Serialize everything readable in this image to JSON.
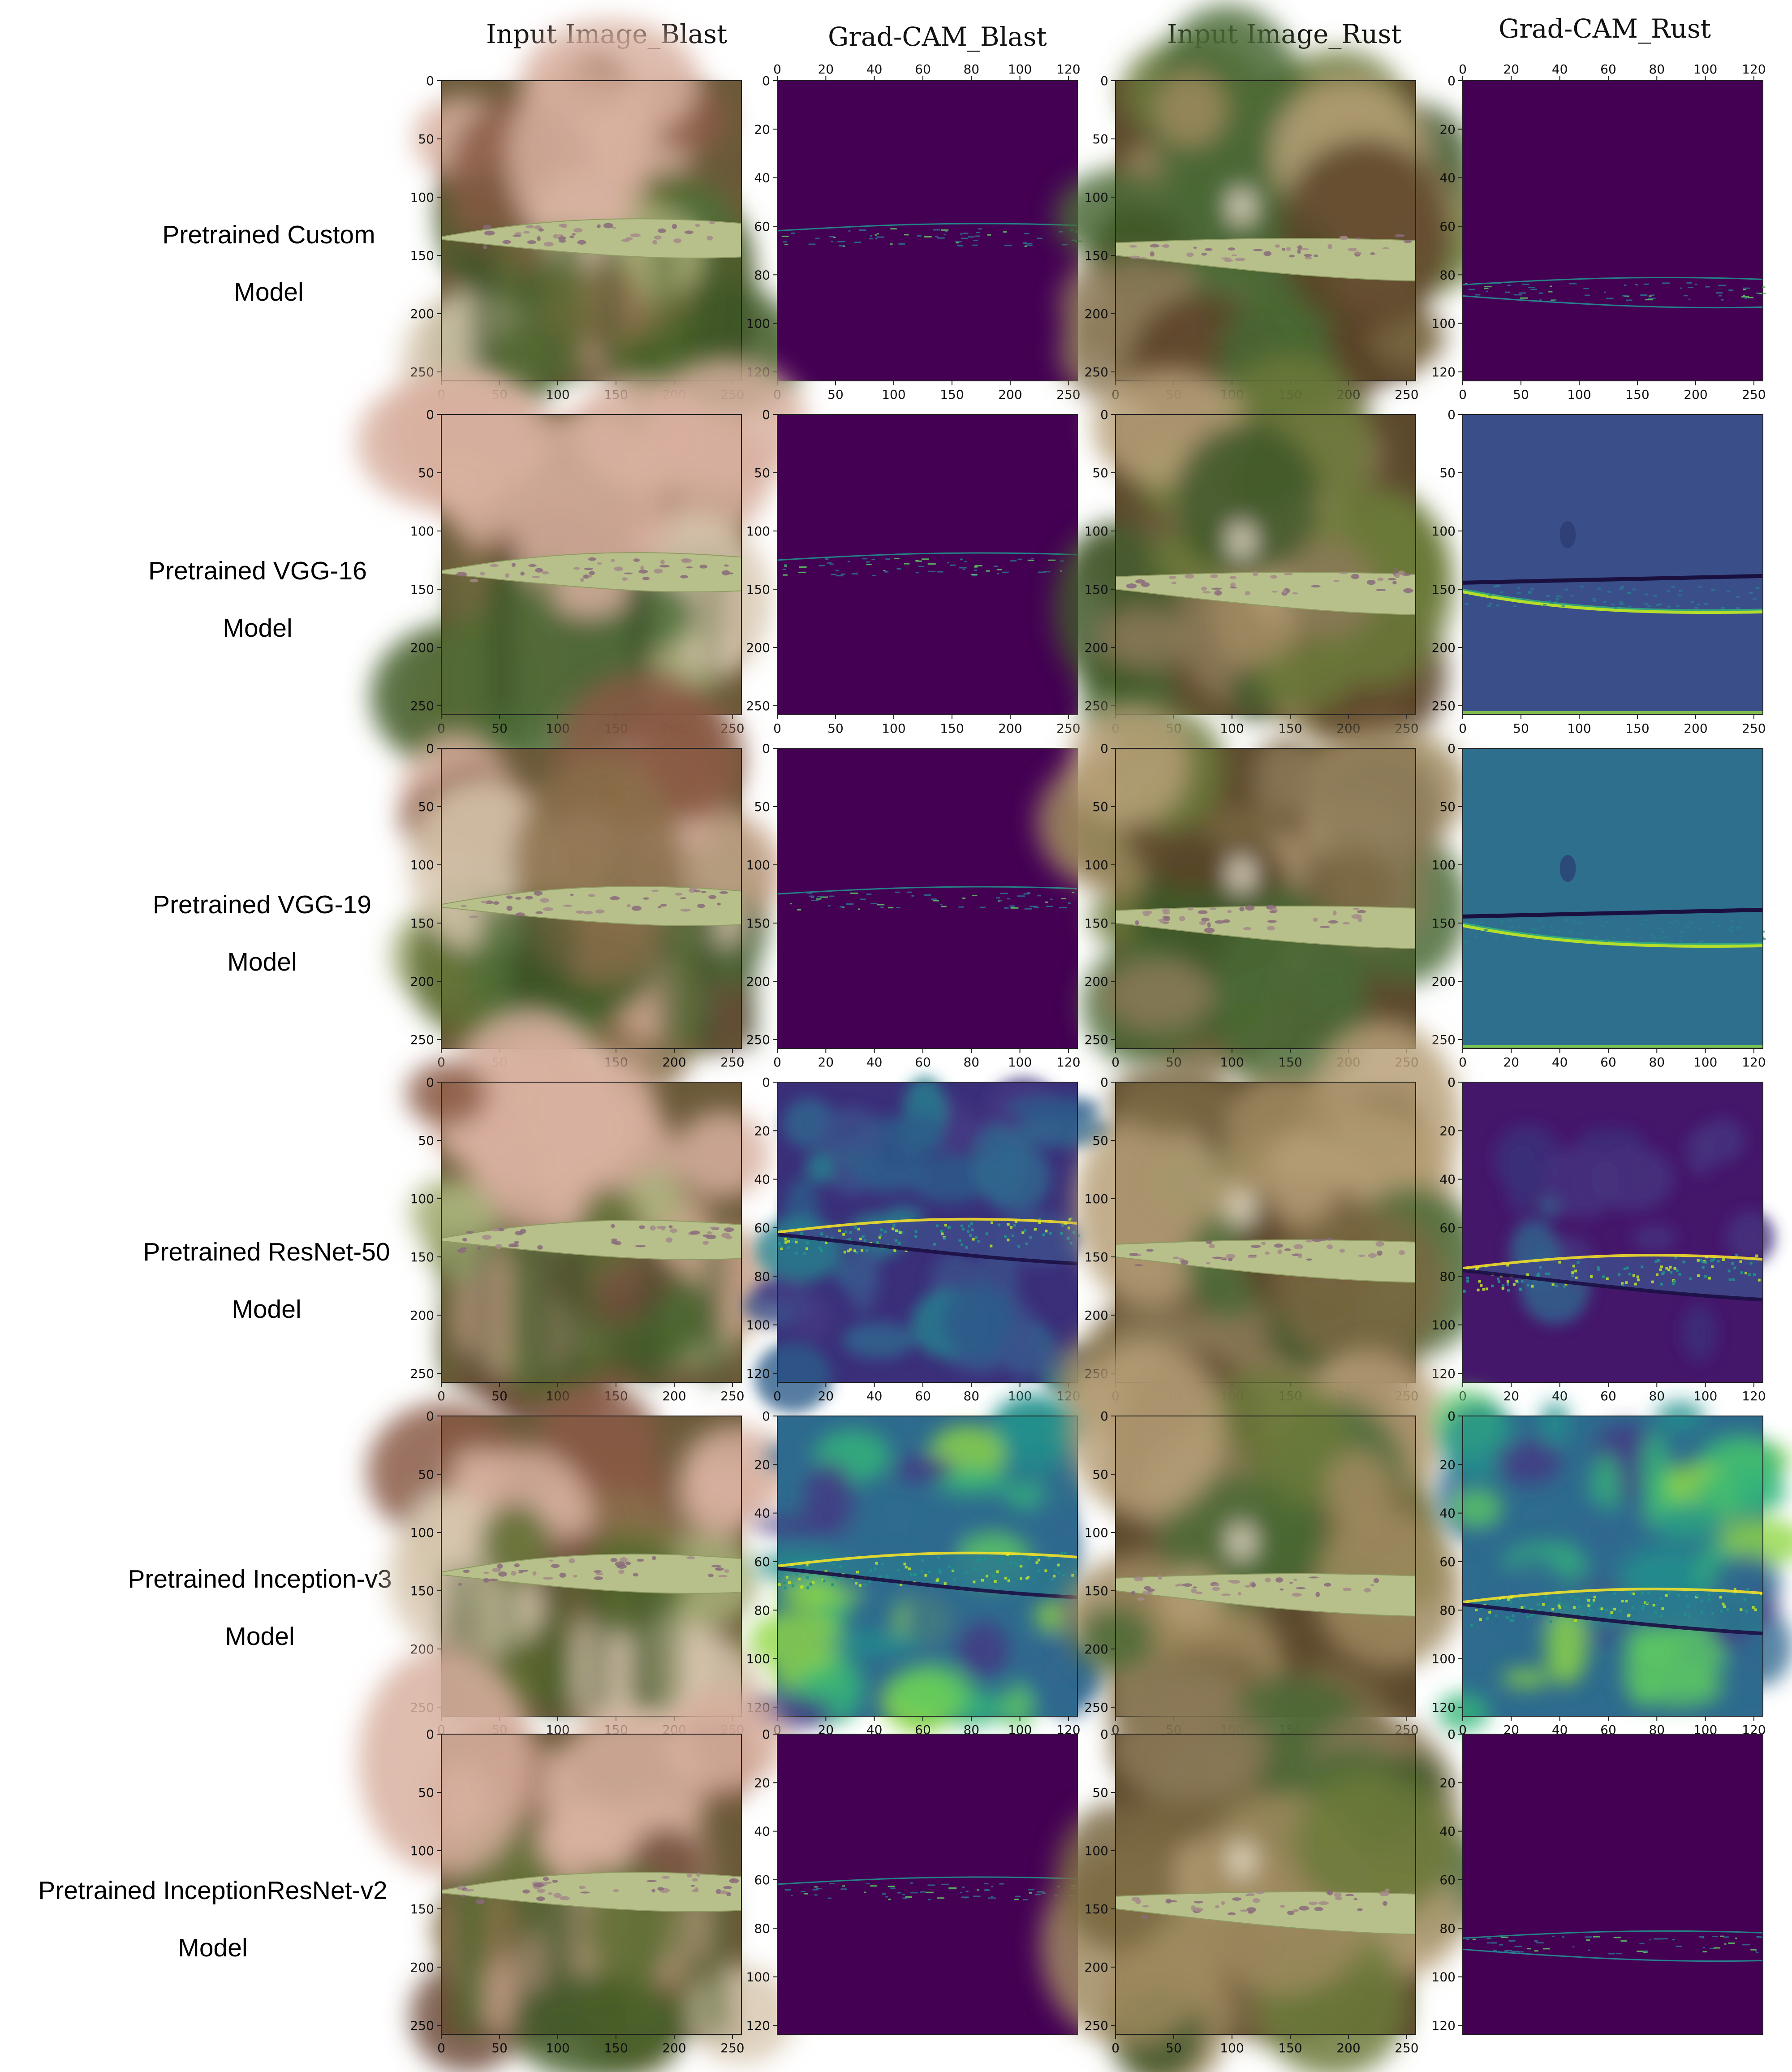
{
  "figure": {
    "column_headers": [
      "Input Image_Blast",
      "Grad-CAM_Blast",
      "Input Image_Rust",
      "Grad-CAM_Rust"
    ],
    "rows": [
      {
        "label_line1": "Pretrained Custom",
        "label_line2": "Model",
        "panels": [
          {
            "kind": "image",
            "disease": "blast",
            "ticks_x": [
              "0",
              "50",
              "100",
              "150",
              "200",
              "250"
            ],
            "ticks_y": [
              "0",
              "50",
              "100",
              "150",
              "200",
              "250"
            ],
            "xticks_top": false
          },
          {
            "kind": "cam",
            "style": "sparse",
            "disease": "blast",
            "ticks_x": [
              "0",
              "20",
              "40",
              "60",
              "80",
              "100",
              "120"
            ],
            "ticks_x_bottom": [
              "0",
              "50",
              "100",
              "150",
              "200",
              "250"
            ],
            "ticks_y": [
              "0",
              "20",
              "40",
              "60",
              "80",
              "100",
              "120"
            ],
            "xticks_top": true
          },
          {
            "kind": "image",
            "disease": "rust",
            "ticks_x": [
              "0",
              "50",
              "100",
              "150",
              "200",
              "250"
            ],
            "ticks_y": [
              "0",
              "50",
              "100",
              "150",
              "200",
              "250"
            ],
            "xticks_top": false
          },
          {
            "kind": "cam",
            "style": "sparse",
            "disease": "rust",
            "ticks_x": [
              "0",
              "20",
              "40",
              "60",
              "80",
              "100",
              "120"
            ],
            "ticks_x_bottom": [
              "0",
              "50",
              "100",
              "150",
              "200",
              "250"
            ],
            "ticks_y": [
              "0",
              "20",
              "40",
              "60",
              "80",
              "100",
              "120"
            ],
            "xticks_top": true
          }
        ]
      },
      {
        "label_line1": "Pretrained VGG-16",
        "label_line2": "Model",
        "panels": [
          {
            "kind": "image",
            "disease": "blast",
            "ticks_x": [
              "0",
              "50",
              "100",
              "150",
              "200",
              "250"
            ],
            "ticks_y": [
              "0",
              "50",
              "100",
              "150",
              "200",
              "250"
            ],
            "xticks_top": false
          },
          {
            "kind": "cam",
            "style": "edge-dark",
            "disease": "blast",
            "ticks_x": [
              "0",
              "50",
              "100",
              "150",
              "200",
              "250"
            ],
            "ticks_y": [
              "0",
              "50",
              "100",
              "150",
              "200",
              "250"
            ],
            "xticks_top": false
          },
          {
            "kind": "image",
            "disease": "rust",
            "ticks_x": [
              "0",
              "50",
              "100",
              "150",
              "200",
              "250"
            ],
            "ticks_y": [
              "0",
              "50",
              "100",
              "150",
              "200",
              "250"
            ],
            "xticks_top": false
          },
          {
            "kind": "cam",
            "style": "edge-blue",
            "disease": "rust",
            "ticks_x": [
              "0",
              "50",
              "100",
              "150",
              "200",
              "250"
            ],
            "ticks_y": [
              "0",
              "50",
              "100",
              "150",
              "200",
              "250"
            ],
            "xticks_top": false
          }
        ]
      },
      {
        "label_line1": "Pretrained VGG-19",
        "label_line2": "Model",
        "panels": [
          {
            "kind": "image",
            "disease": "blast",
            "ticks_x": [
              "0",
              "50",
              "100",
              "150",
              "200",
              "250"
            ],
            "ticks_y": [
              "0",
              "50",
              "100",
              "150",
              "200",
              "250"
            ],
            "xticks_top": false
          },
          {
            "kind": "cam",
            "style": "edge-dark",
            "disease": "blast",
            "ticks_x": [
              "0",
              "20",
              "40",
              "60",
              "80",
              "100",
              "120"
            ],
            "ticks_y": [
              "0",
              "50",
              "100",
              "150",
              "200",
              "250"
            ],
            "xticks_top": false
          },
          {
            "kind": "image",
            "disease": "rust",
            "ticks_x": [
              "0",
              "50",
              "100",
              "150",
              "200",
              "250"
            ],
            "ticks_y": [
              "0",
              "50",
              "100",
              "150",
              "200",
              "250"
            ],
            "xticks_top": false
          },
          {
            "kind": "cam",
            "style": "edge-teal",
            "disease": "rust",
            "ticks_x": [
              "0",
              "20",
              "40",
              "60",
              "80",
              "100",
              "120"
            ],
            "ticks_y": [
              "0",
              "50",
              "100",
              "150",
              "200",
              "250"
            ],
            "xticks_top": false
          }
        ]
      },
      {
        "label_line1": "Pretrained ResNet-50",
        "label_line2": "Model",
        "panels": [
          {
            "kind": "image",
            "disease": "blast",
            "ticks_x": [
              "0",
              "50",
              "100",
              "150",
              "200",
              "250"
            ],
            "ticks_y": [
              "0",
              "50",
              "100",
              "150",
              "200",
              "250"
            ],
            "xticks_top": false
          },
          {
            "kind": "cam",
            "style": "texture-mid",
            "disease": "blast",
            "ticks_x": [
              "0",
              "20",
              "40",
              "60",
              "80",
              "100",
              "120"
            ],
            "ticks_y": [
              "0",
              "20",
              "40",
              "60",
              "80",
              "100",
              "120"
            ],
            "xticks_top": false
          },
          {
            "kind": "image",
            "disease": "rust",
            "ticks_x": [
              "0",
              "50",
              "100",
              "150",
              "200",
              "250"
            ],
            "ticks_y": [
              "0",
              "50",
              "100",
              "150",
              "200",
              "250"
            ],
            "xticks_top": false
          },
          {
            "kind": "cam",
            "style": "texture-dark",
            "disease": "rust",
            "ticks_x": [
              "0",
              "20",
              "40",
              "60",
              "80",
              "100",
              "120"
            ],
            "ticks_y": [
              "0",
              "20",
              "40",
              "60",
              "80",
              "100",
              "120"
            ],
            "xticks_top": false
          }
        ]
      },
      {
        "label_line1": "Pretrained Inception-v3",
        "label_line2": "Model",
        "panels": [
          {
            "kind": "image",
            "disease": "blast",
            "ticks_x": [
              "0",
              "50",
              "100",
              "150",
              "200",
              "250"
            ],
            "ticks_y": [
              "0",
              "50",
              "100",
              "150",
              "200",
              "250"
            ],
            "xticks_top": false
          },
          {
            "kind": "cam",
            "style": "texture-bright",
            "disease": "blast",
            "ticks_x": [
              "0",
              "20",
              "40",
              "60",
              "80",
              "100",
              "120"
            ],
            "ticks_y": [
              "0",
              "20",
              "40",
              "60",
              "80",
              "100",
              "120"
            ],
            "xticks_top": false
          },
          {
            "kind": "image",
            "disease": "rust",
            "ticks_x": [
              "0",
              "50",
              "100",
              "150",
              "200",
              "250"
            ],
            "ticks_y": [
              "0",
              "50",
              "100",
              "150",
              "200",
              "250"
            ],
            "xticks_top": false
          },
          {
            "kind": "cam",
            "style": "texture-bright",
            "disease": "rust",
            "ticks_x": [
              "0",
              "20",
              "40",
              "60",
              "80",
              "100",
              "120"
            ],
            "ticks_y": [
              "0",
              "20",
              "40",
              "60",
              "80",
              "100",
              "120"
            ],
            "xticks_top": false
          }
        ]
      },
      {
        "label_line1": "Pretrained InceptionResNet-v2",
        "label_line2": "Model",
        "panels": [
          {
            "kind": "image",
            "disease": "blast",
            "ticks_x": [
              "0",
              "50",
              "100",
              "150",
              "200",
              "250"
            ],
            "ticks_y": [
              "0",
              "50",
              "100",
              "150",
              "200",
              "250"
            ],
            "xticks_top": false
          },
          {
            "kind": "cam",
            "style": "sparse",
            "disease": "blast",
            "ticks_x": [],
            "ticks_y": [
              "0",
              "20",
              "40",
              "60",
              "80",
              "100",
              "120"
            ],
            "xticks_top": false
          },
          {
            "kind": "image",
            "disease": "rust",
            "ticks_x": [
              "0",
              "50",
              "100",
              "150",
              "200",
              "250"
            ],
            "ticks_y": [
              "0",
              "50",
              "100",
              "150",
              "200",
              "250"
            ],
            "xticks_top": false
          },
          {
            "kind": "cam",
            "style": "sparse",
            "disease": "rust",
            "ticks_x": [],
            "ticks_y": [
              "0",
              "20",
              "40",
              "60",
              "80",
              "100",
              "120"
            ],
            "xticks_top": false
          }
        ]
      }
    ]
  }
}
